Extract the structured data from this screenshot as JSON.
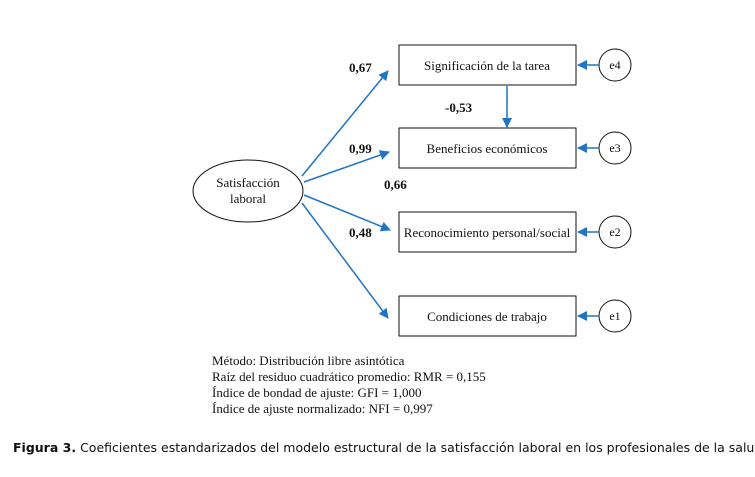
{
  "diagram": {
    "latent": {
      "line1": "Satisfacción",
      "line2": "laboral"
    },
    "boxes": [
      {
        "label": "Significación de la tarea",
        "error": "e4"
      },
      {
        "label": "Beneficios económicos",
        "error": "e3"
      },
      {
        "label": "Reconocimiento personal/social",
        "error": "e2"
      },
      {
        "label": "Condiciones de trabajo",
        "error": "e1"
      }
    ],
    "coefficients": {
      "to_significacion": "0,67",
      "to_beneficios": "0,99",
      "to_reconocimiento": "0,48",
      "to_condiciones": "0,66",
      "significacion_to_beneficios": "-0,53"
    },
    "colors": {
      "arrow": "#1f74c4",
      "stroke": "#111111"
    }
  },
  "notes": {
    "method": "Método: Distribución libre asintótica",
    "rmr": "Raíz del residuo cuadrático promedio: RMR = 0,155",
    "gfi": "Índice de bondad de ajuste: GFI = 1,000",
    "nfi": "Índice de ajuste normalizado: NFI = 0,997"
  },
  "caption": {
    "label": "Figura 3.",
    "text": "Coeficientes estandarizados del modelo estructural de la satisfacción laboral en los profesionales de la salud"
  }
}
